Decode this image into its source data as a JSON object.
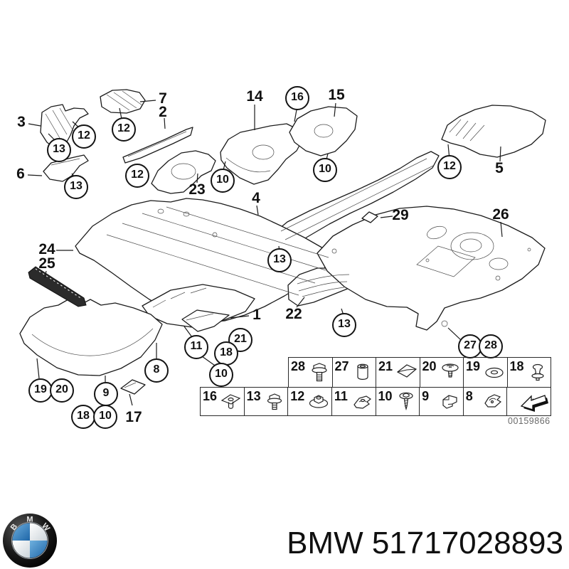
{
  "page": {
    "background": "#ffffff"
  },
  "diagram": {
    "image_code": "00159866",
    "circled_callouts": [
      {
        "label": "12"
      },
      {
        "label": "13"
      },
      {
        "label": "13"
      },
      {
        "label": "12"
      },
      {
        "label": "12"
      },
      {
        "label": "10"
      },
      {
        "label": "16"
      },
      {
        "label": "10"
      },
      {
        "label": "12"
      },
      {
        "label": "13"
      },
      {
        "label": "13"
      },
      {
        "label": "27"
      },
      {
        "label": "28"
      },
      {
        "label": "11"
      },
      {
        "label": "21"
      },
      {
        "label": "18"
      },
      {
        "label": "10"
      },
      {
        "label": "8"
      },
      {
        "label": "19"
      },
      {
        "label": "20"
      },
      {
        "label": "9"
      },
      {
        "label": "18"
      },
      {
        "label": "10"
      }
    ],
    "plain_callouts": [
      {
        "label": "3"
      },
      {
        "label": "7"
      },
      {
        "label": "2"
      },
      {
        "label": "14"
      },
      {
        "label": "15"
      },
      {
        "label": "5"
      },
      {
        "label": "6"
      },
      {
        "label": "23"
      },
      {
        "label": "4"
      },
      {
        "label": "24"
      },
      {
        "label": "25"
      },
      {
        "label": "29"
      },
      {
        "label": "26"
      },
      {
        "label": "1"
      },
      {
        "label": "22"
      },
      {
        "label": "17"
      }
    ]
  },
  "legend": {
    "row1": [
      {
        "n": "28",
        "icon": "flange-bolt"
      },
      {
        "n": "27",
        "icon": "expansion-sleeve"
      },
      {
        "n": "21",
        "icon": "adhesive-pad"
      },
      {
        "n": "20",
        "icon": "washer-screw"
      },
      {
        "n": "19",
        "icon": "washer"
      },
      {
        "n": "18",
        "icon": "expanding-rivet"
      }
    ],
    "row2": [
      {
        "n": "16",
        "icon": "expanding-nut"
      },
      {
        "n": "13",
        "icon": "hex-bolt"
      },
      {
        "n": "12",
        "icon": "washer-nut"
      },
      {
        "n": "11",
        "icon": "clamp-nut"
      },
      {
        "n": "10",
        "icon": "tapping-screw"
      },
      {
        "n": "9",
        "icon": "clip"
      },
      {
        "n": "8",
        "icon": "spring-clamp"
      },
      {
        "n": "",
        "icon": "direction-arrow"
      }
    ]
  },
  "footer": {
    "brand_text": "BMW 51717028893",
    "logo_letters": [
      "B",
      "M",
      "W"
    ]
  },
  "colors": {
    "line": "#1b1b1b",
    "bmw_blue_light": "#6FB0DE",
    "bmw_blue_dark": "#1E66A8",
    "ring_black": "#111111"
  }
}
